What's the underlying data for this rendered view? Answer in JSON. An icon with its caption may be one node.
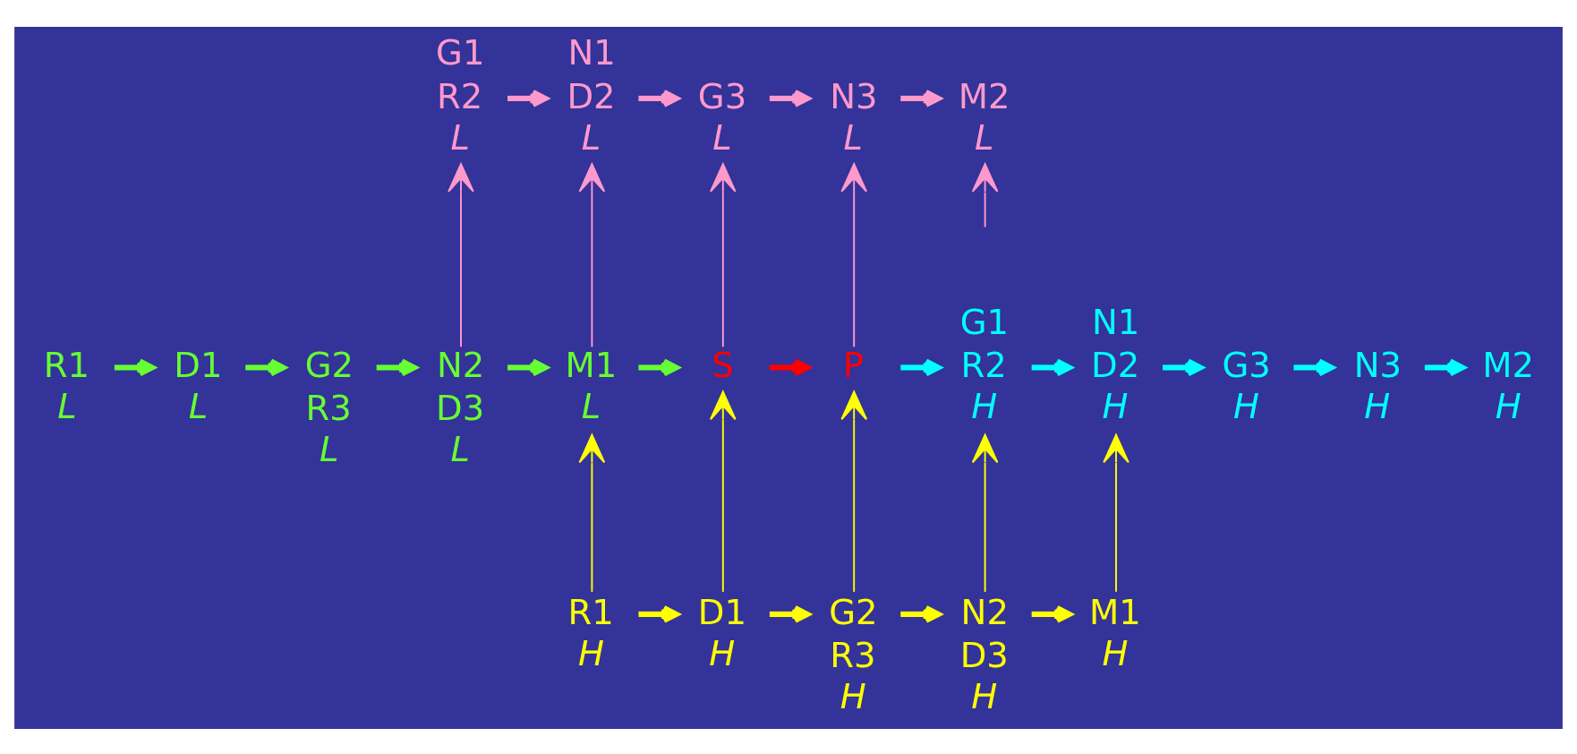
{
  "diagram": {
    "nodes": [
      {
        "text": [
          "G1",
          "R2",
          "L"
        ]
      },
      {
        "text": [
          "N1",
          "D2",
          "L"
        ]
      },
      {
        "text": [
          "G3",
          "L"
        ]
      },
      {
        "text": [
          "N3",
          "L"
        ]
      },
      {
        "text": [
          "M2",
          "L"
        ]
      },
      {
        "text": [
          "R1",
          "L"
        ]
      },
      {
        "text": [
          "D1",
          "L"
        ]
      },
      {
        "text": [
          "G2",
          "R3",
          "L"
        ]
      },
      {
        "text": [
          "N2",
          "D3",
          "L"
        ]
      },
      {
        "text": [
          "M1",
          "L"
        ]
      },
      {
        "text": [
          "S"
        ]
      },
      {
        "text": [
          "P"
        ]
      },
      {
        "text": [
          "G1",
          "R2",
          "H"
        ]
      },
      {
        "text": [
          "N1",
          "D2",
          "H"
        ]
      },
      {
        "text": [
          "G3",
          "H"
        ]
      },
      {
        "text": [
          "N3",
          "H"
        ]
      },
      {
        "text": [
          "M2",
          "H"
        ]
      },
      {
        "text": [
          "R1",
          "H"
        ]
      },
      {
        "text": [
          "D1",
          "H"
        ]
      },
      {
        "text": [
          "G2",
          "R3",
          "H"
        ]
      },
      {
        "text": [
          "N2",
          "D3",
          "H"
        ]
      },
      {
        "text": [
          "M1",
          "H"
        ]
      }
    ],
    "edges": [
      {
        "from": 0,
        "to": 1,
        "arrow": "to",
        "color": "#ff99cc"
      },
      {
        "from": 1,
        "to": 2,
        "arrow": "to",
        "color": "#ff99cc"
      },
      {
        "from": 2,
        "to": 3,
        "arrow": "to",
        "color": "#ff99cc"
      },
      {
        "from": 3,
        "to": 4,
        "arrow": "to",
        "color": "#ff99cc"
      },
      {
        "from": 8,
        "to": 0,
        "arrow": "to",
        "color": "#ff99cc"
      },
      {
        "from": 9,
        "to": 1,
        "arrow": "to",
        "color": "#ff99cc"
      },
      {
        "from": 10,
        "to": 2,
        "arrow": "to",
        "color": "#ff99cc"
      },
      {
        "from": 11,
        "to": 3,
        "arrow": "to",
        "color": "#ff99cc"
      },
      {
        "from": null,
        "to": 4,
        "arrow": "to",
        "color": "#ff99cc"
      },
      {
        "from": 5,
        "to": 6,
        "arrow": "to",
        "color": "#66ff33"
      },
      {
        "from": 6,
        "to": 7,
        "arrow": "to",
        "color": "#66ff33"
      },
      {
        "from": 7,
        "to": 8,
        "arrow": "to",
        "color": "#66ff33"
      },
      {
        "from": 8,
        "to": 9,
        "arrow": "to",
        "color": "#66ff33"
      },
      {
        "from": 9,
        "to": 10,
        "arrow": "to",
        "color": "#66ff33"
      },
      {
        "from": 10,
        "to": 11,
        "arrow": "to",
        "color": "#ff0000"
      },
      {
        "from": 11,
        "to": 12,
        "arrow": "to",
        "color": "#00ffff"
      },
      {
        "from": 12,
        "to": 13,
        "arrow": "to",
        "color": "#00ffff"
      },
      {
        "from": 13,
        "to": 14,
        "arrow": "to",
        "color": "#00ffff"
      },
      {
        "from": 14,
        "to": 15,
        "arrow": "to",
        "color": "#00ffff"
      },
      {
        "from": 15,
        "to": 16,
        "arrow": "to",
        "color": "#00ffff"
      },
      {
        "from": 17,
        "to": 9,
        "arrow": "to",
        "color": "#ffff00"
      },
      {
        "from": 18,
        "to": 10,
        "arrow": "to",
        "color": "#ffff00"
      },
      {
        "from": 19,
        "to": 11,
        "arrow": "to",
        "color": "#ffff00"
      },
      {
        "from": 20,
        "to": 12,
        "arrow": "to",
        "color": "#ffff00"
      },
      {
        "from": 21,
        "to": 13,
        "arrow": "to",
        "color": "#ffff00"
      },
      {
        "from": 17,
        "to": 18,
        "arrow": "to",
        "color": "#ffff00"
      },
      {
        "from": 18,
        "to": 19,
        "arrow": "to",
        "color": "#ffff00"
      },
      {
        "from": 19,
        "to": 20,
        "arrow": "to",
        "color": "#ffff00"
      },
      {
        "from": 20,
        "to": 21,
        "arrow": "to",
        "color": "#ffff00"
      }
    ]
  }
}
